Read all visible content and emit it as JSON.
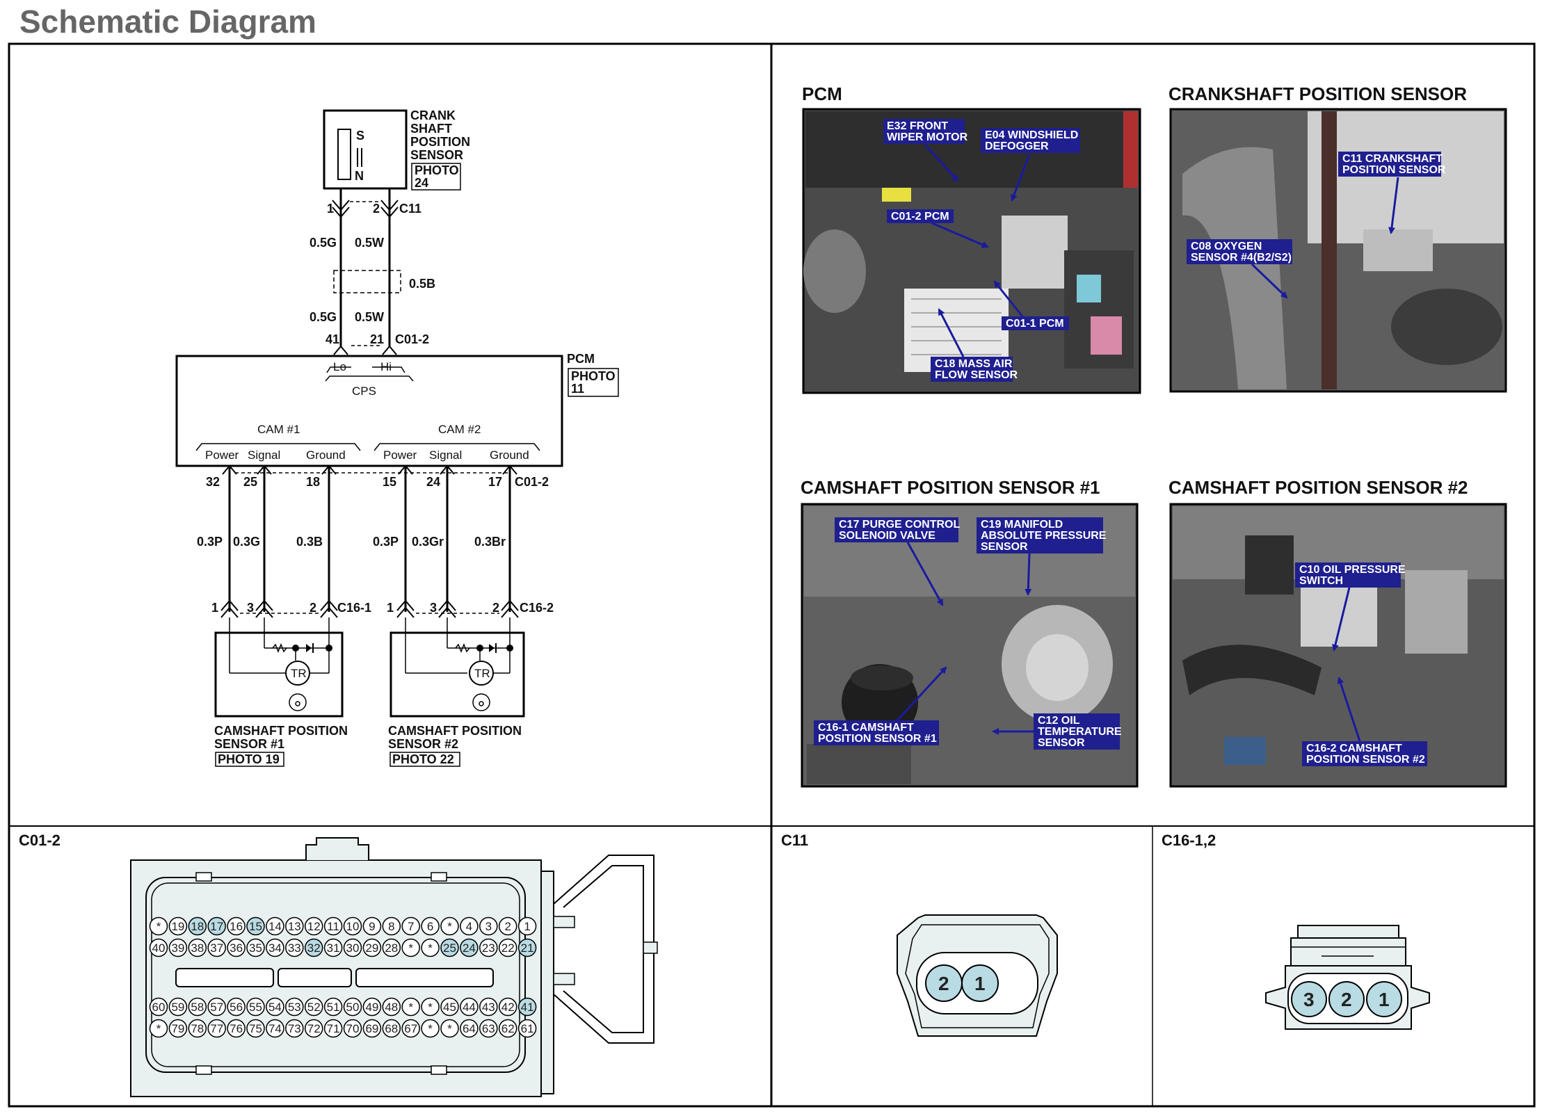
{
  "page": {
    "title": "Schematic Diagram"
  },
  "schematic": {
    "crank_sensor": {
      "name_lines": [
        "CRANK",
        "SHAFT",
        "POSITION",
        "SENSOR"
      ],
      "photo_lines": [
        "PHOTO",
        "24"
      ],
      "pole_s": "S",
      "pole_n": "N",
      "pin1": "1",
      "pin2": "2",
      "connector": "C11"
    },
    "upper_wires": {
      "w1_top": "0.5G",
      "w2_top": "0.5W",
      "shield": "0.5B",
      "w1_bot": "0.5G",
      "w2_bot": "0.5W"
    },
    "pcm_conn_top": {
      "pin_a": "41",
      "pin_b": "21",
      "connector": "C01-2"
    },
    "pcm": {
      "name": "PCM",
      "photo_lines": [
        "PHOTO",
        "11"
      ],
      "lo": "Lo",
      "hi": "Hi",
      "cps": "CPS",
      "cam1": "CAM #1",
      "cam2": "CAM #2",
      "cam1_power": "Power",
      "cam1_signal": "Signal",
      "cam1_ground": "Ground",
      "cam2_power": "Power",
      "cam2_signal": "Signal",
      "cam2_ground": "Ground"
    },
    "pcm_conn_bottom": {
      "pins": [
        "32",
        "25",
        "18",
        "15",
        "24",
        "17"
      ],
      "connector": "C01-2"
    },
    "lower_wires": [
      "0.3P",
      "0.3G",
      "0.3B",
      "0.3P",
      "0.3Gr",
      "0.3Br"
    ],
    "cam1_conn": {
      "pins": [
        "1",
        "3",
        "2"
      ],
      "connector": "C16-1"
    },
    "cam2_conn": {
      "pins": [
        "1",
        "3",
        "2"
      ],
      "connector": "C16-2"
    },
    "cam1_sensor": {
      "name_lines": [
        "CAMSHAFT POSITION",
        "SENSOR #1"
      ],
      "photo": "PHOTO 19",
      "tr": "TR"
    },
    "cam2_sensor": {
      "name_lines": [
        "CAMSHAFT POSITION",
        "SENSOR #2"
      ],
      "photo": "PHOTO 22",
      "tr": "TR"
    }
  },
  "photos": {
    "pcm": {
      "title": "PCM",
      "labels": [
        {
          "lines": [
            "E32 FRONT",
            "WIPER MOTOR"
          ]
        },
        {
          "lines": [
            "E04 WINDSHIELD",
            "DEFOGGER"
          ]
        },
        {
          "lines": [
            "C01-2 PCM"
          ]
        },
        {
          "lines": [
            "C01-1 PCM"
          ]
        },
        {
          "lines": [
            "C18 MASS AIR",
            "FLOW SENSOR"
          ]
        }
      ]
    },
    "crankshaft": {
      "title": "CRANKSHAFT POSITION SENSOR",
      "labels": [
        {
          "lines": [
            "C11 CRANKSHAFT",
            "POSITION SENSOR"
          ]
        },
        {
          "lines": [
            "C08 OXYGEN",
            "SENSOR #4(B2/S2)"
          ]
        }
      ]
    },
    "camshaft1": {
      "title": "CAMSHAFT POSITION SENSOR #1",
      "labels": [
        {
          "lines": [
            "C17 PURGE CONTROL",
            "SOLENOID VALVE"
          ]
        },
        {
          "lines": [
            "C19 MANIFOLD",
            "ABSOLUTE PRESSURE",
            "SENSOR"
          ]
        },
        {
          "lines": [
            "C16-1 CAMSHAFT",
            "POSITION SENSOR #1"
          ]
        },
        {
          "lines": [
            "C12 OIL",
            "TEMPERATURE",
            "SENSOR"
          ]
        }
      ]
    },
    "camshaft2": {
      "title": "CAMSHAFT POSITION SENSOR #2",
      "labels": [
        {
          "lines": [
            "C10 OIL PRESSURE",
            "SWITCH"
          ]
        },
        {
          "lines": [
            "C16-2 CAMSHAFT",
            "POSITION SENSOR #2"
          ]
        }
      ]
    }
  },
  "connectors": {
    "c01_2": {
      "title": "C01-2",
      "row1": [
        "*",
        "19",
        "18",
        "17",
        "16",
        "15",
        "14",
        "13",
        "12",
        "11",
        "10",
        "9",
        "8",
        "7",
        "6",
        "*",
        "4",
        "3",
        "2",
        "1"
      ],
      "row2": [
        "40",
        "39",
        "38",
        "37",
        "36",
        "35",
        "34",
        "33",
        "32",
        "31",
        "30",
        "29",
        "28",
        "*",
        "*",
        "25",
        "24",
        "23",
        "22",
        "21"
      ],
      "row3": [
        "60",
        "59",
        "58",
        "57",
        "56",
        "55",
        "54",
        "53",
        "52",
        "51",
        "50",
        "49",
        "48",
        "*",
        "*",
        "45",
        "44",
        "43",
        "42",
        "41"
      ],
      "row4": [
        "*",
        "79",
        "78",
        "77",
        "76",
        "75",
        "74",
        "73",
        "72",
        "71",
        "70",
        "69",
        "68",
        "67",
        "*",
        "*",
        "64",
        "63",
        "62",
        "61"
      ],
      "highlighted": [
        "18",
        "17",
        "15",
        "32",
        "25",
        "24",
        "21",
        "41"
      ],
      "highlight_color": "#b9dbe3"
    },
    "c11": {
      "title": "C11",
      "pins": [
        "2",
        "1"
      ]
    },
    "c16": {
      "title": "C16-1,2",
      "pins": [
        "3",
        "2",
        "1"
      ]
    }
  },
  "colors": {
    "label_bg": "#1f1f8f",
    "pin_fill": "#b9dbe3",
    "connector_body": "#e8f0f0"
  }
}
